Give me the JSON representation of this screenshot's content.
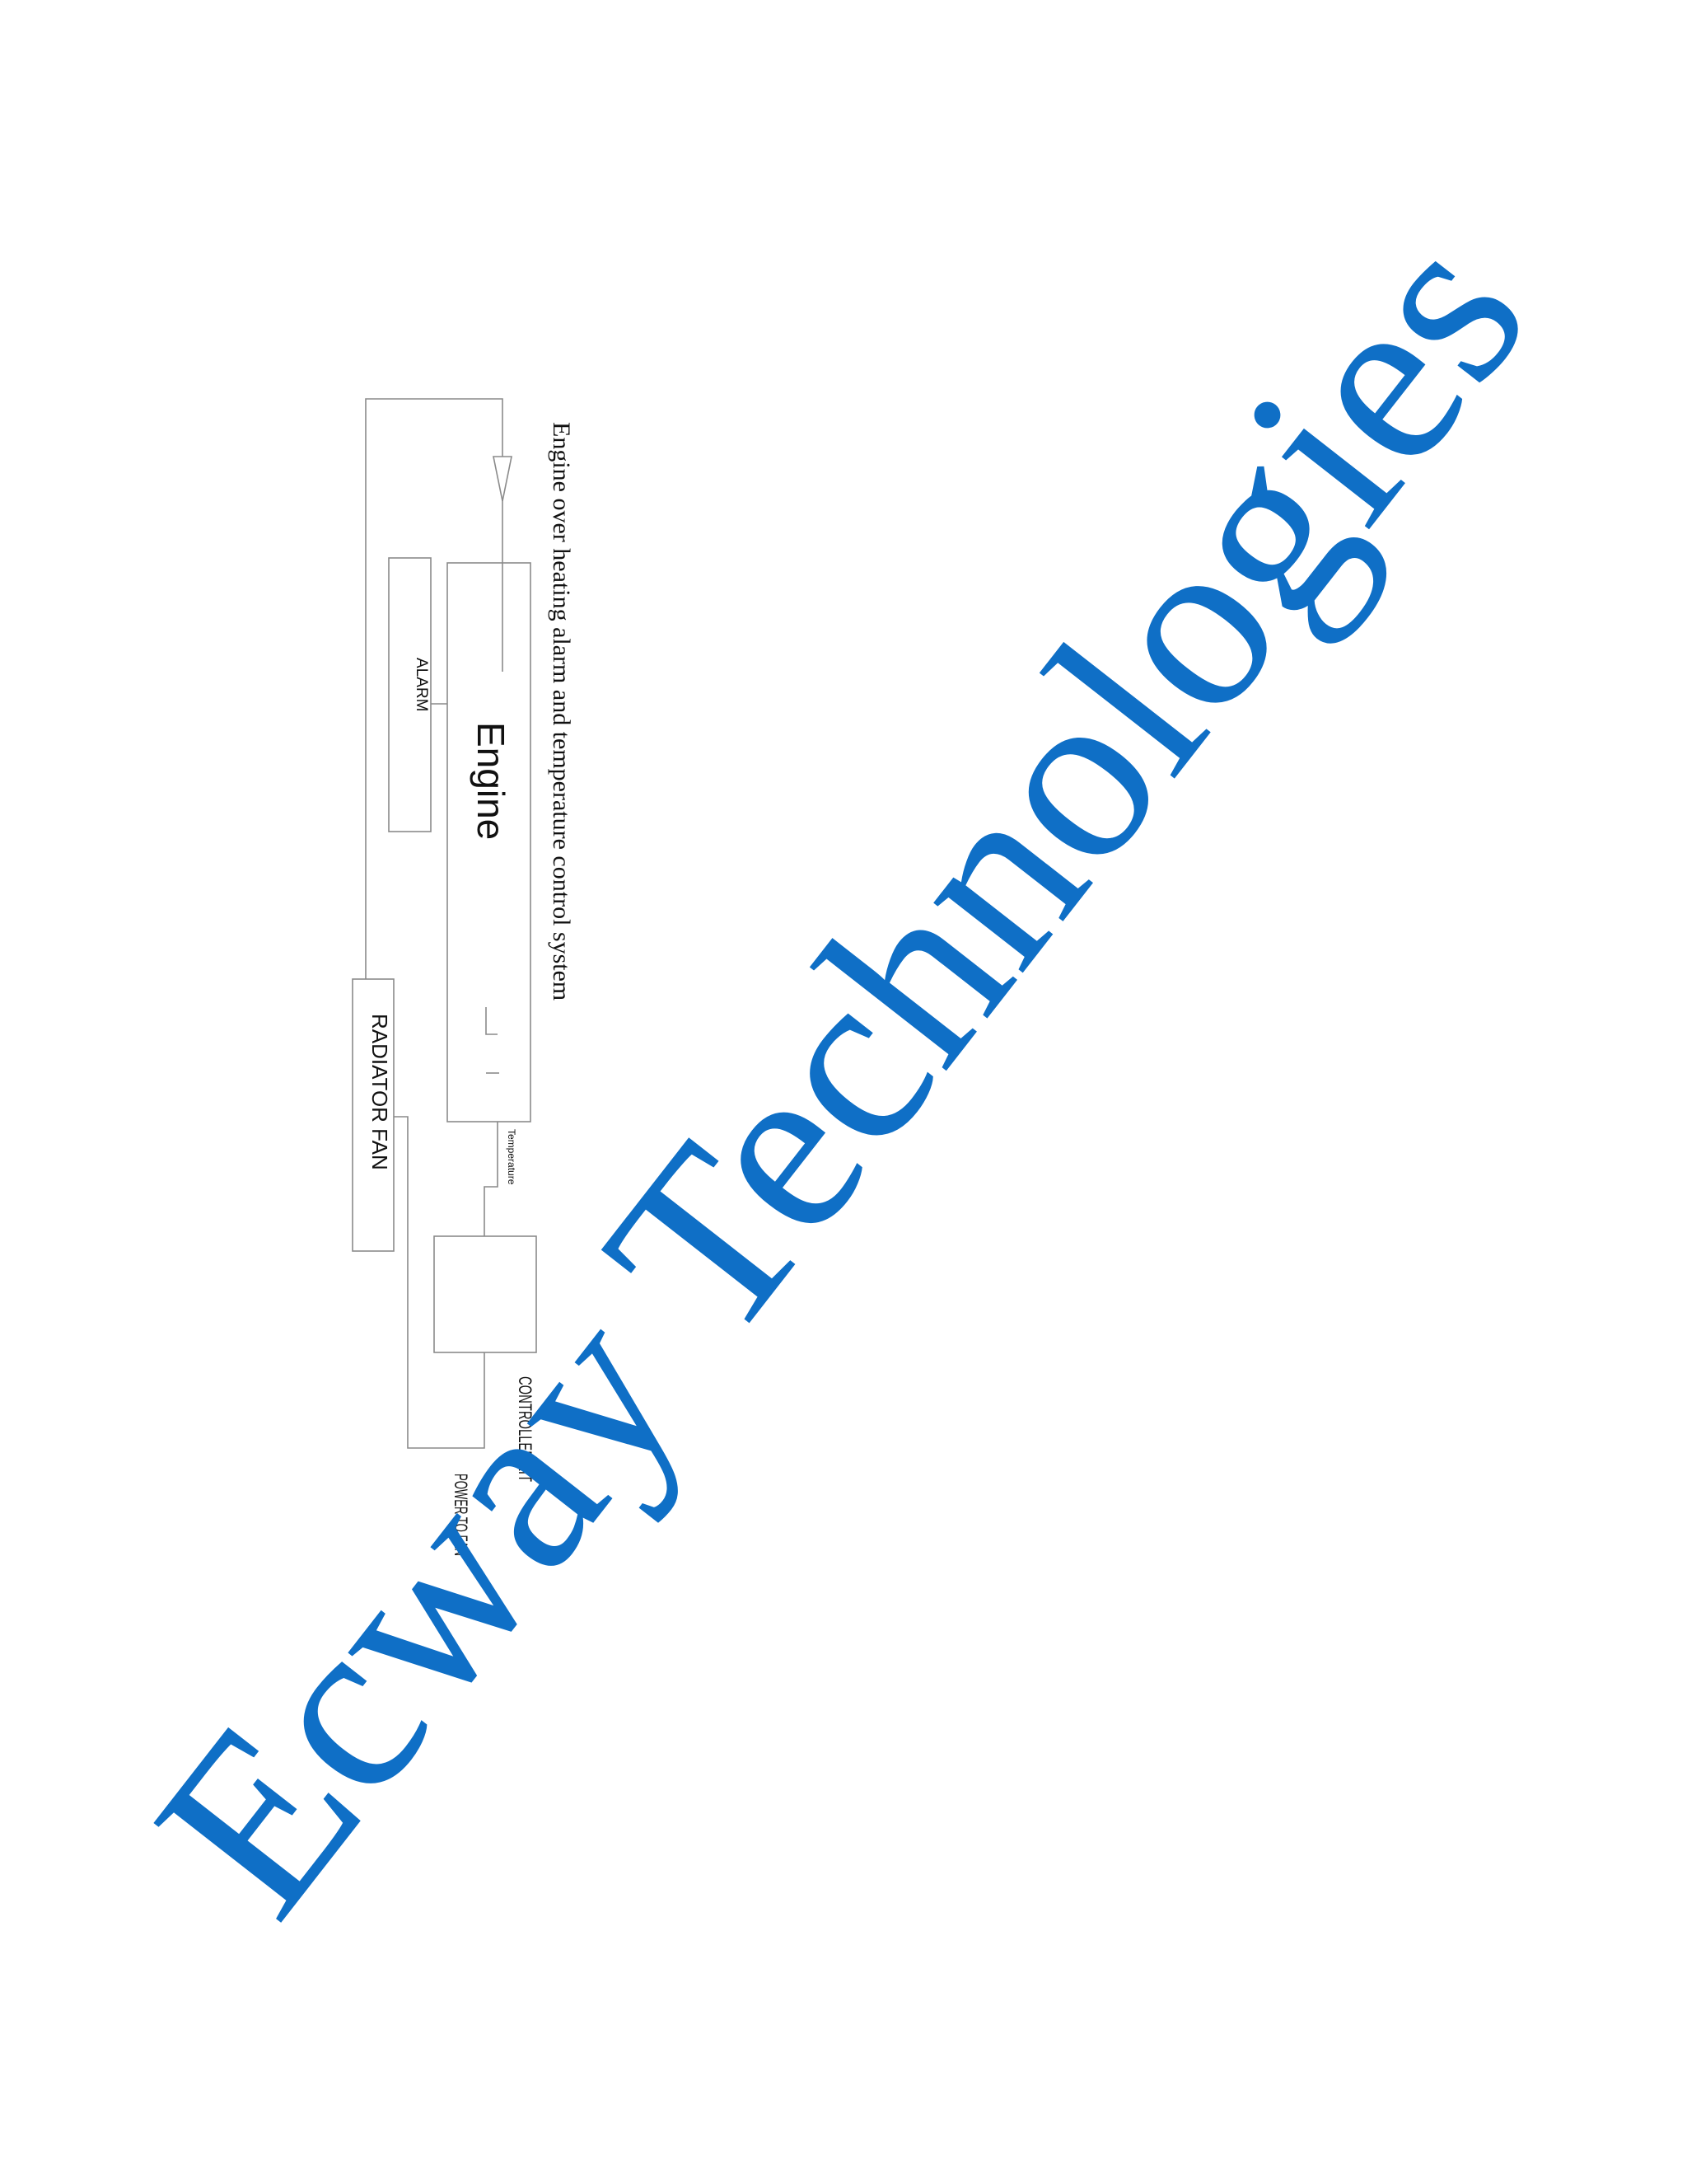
{
  "diagram": {
    "title": "Engine over heating alarm and temperature control system",
    "labels": {
      "engine": "Engine",
      "alarm": "ALARM",
      "radiator_fan": "RADIATOR FAN",
      "sensor": "Temperature",
      "controller": "CONTROLLER KIT",
      "power": "POWER TO FAN"
    },
    "watermark": "Ecway Technologies",
    "colors": {
      "watermark": "#0f6fc6",
      "lines": "#8a8a8a",
      "text": "#111111"
    }
  }
}
